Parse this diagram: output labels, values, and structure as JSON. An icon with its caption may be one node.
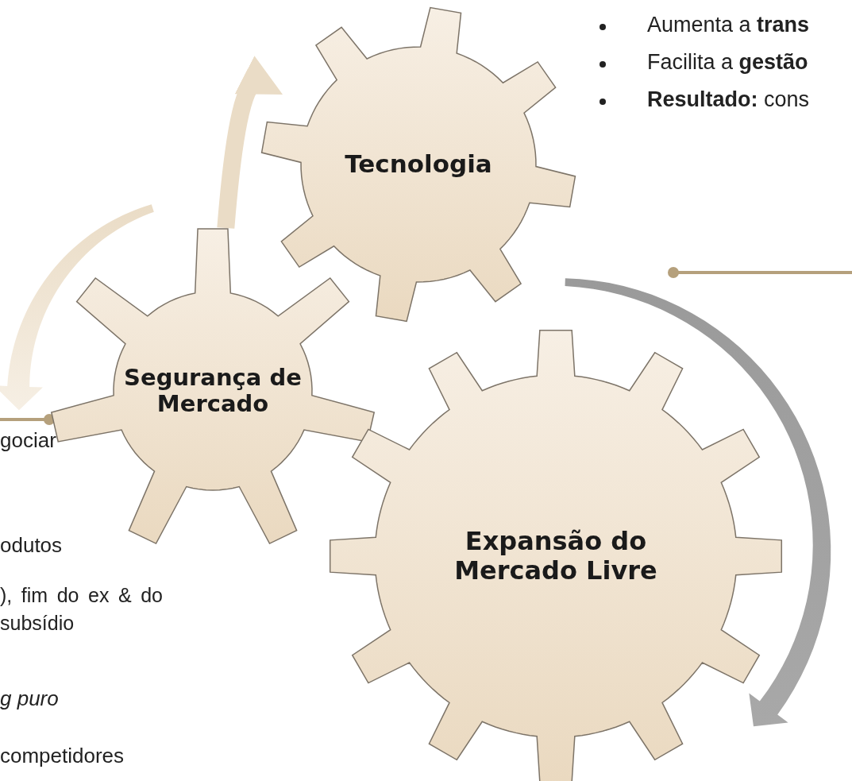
{
  "diagram": {
    "nodes": [
      {
        "text": [
          "Tecnologia"
        ]
      },
      {
        "text": [
          "Segurança de Mercado"
        ]
      },
      {
        "text": [
          "Expansão do Mercado Livre"
        ]
      }
    ],
    "edges": [
      {
        "from": 1,
        "to": 0,
        "arrow": "to"
      }
    ],
    "labels": [
      "Aumenta a **trans**",
      "Facilita a **gestão**",
      "**Resultado:** cons",
      "gociar",
      "odutos",
      "), fim do ex & do subsídio",
      "g puro",
      "competidores"
    ]
  }
}
